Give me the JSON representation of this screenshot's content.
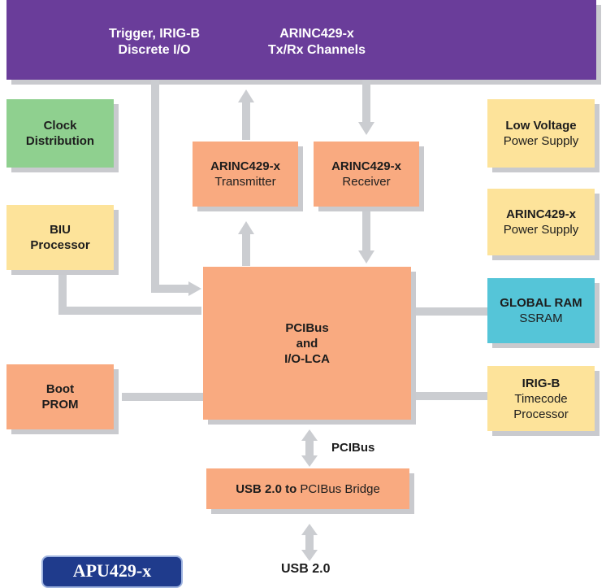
{
  "colors": {
    "bus_purple": "#6a3d9a",
    "green": "#8fd08f",
    "yellow": "#fde39a",
    "orange": "#f9aa80",
    "cyan": "#55c5d8",
    "connector_gray": "#cbcdd1"
  },
  "top_bus": {
    "left_label_line1": "Trigger, IRIG-B",
    "left_label_line2": "Discrete I/O",
    "right_label_line1": "ARINC429-x",
    "right_label_line2": "Tx/Rx Channels"
  },
  "blocks": {
    "clock": {
      "line1": "Clock",
      "line2": "Distribution"
    },
    "biu": {
      "line1": "BIU",
      "line2": "Processor"
    },
    "boot": {
      "line1": "Boot",
      "line2": "PROM"
    },
    "transmitter": {
      "line1": "ARINC429-x",
      "line2": "Transmitter"
    },
    "receiver": {
      "line1": "ARINC429-x",
      "line2": "Receiver"
    },
    "pci_lca": {
      "line1": "PCIBus",
      "line2": "and",
      "line3": "I/O-LCA"
    },
    "low_voltage": {
      "line1": "Low Voltage",
      "line2": "Power Supply"
    },
    "arinc_power": {
      "line1": "ARINC429-x",
      "line2": "Power Supply"
    },
    "global_ram": {
      "line1": "GLOBAL RAM",
      "line2": "SSRAM"
    },
    "irig": {
      "line1": "IRIG-B",
      "line2": "Timecode",
      "line3": "Processor"
    },
    "usb_bridge": {
      "bold": "USB 2.0 to",
      "normal": " PCIBus Bridge"
    }
  },
  "labels": {
    "pcibus": "PCIBus",
    "usb": "USB 2.0"
  },
  "badge": "APU429-x"
}
